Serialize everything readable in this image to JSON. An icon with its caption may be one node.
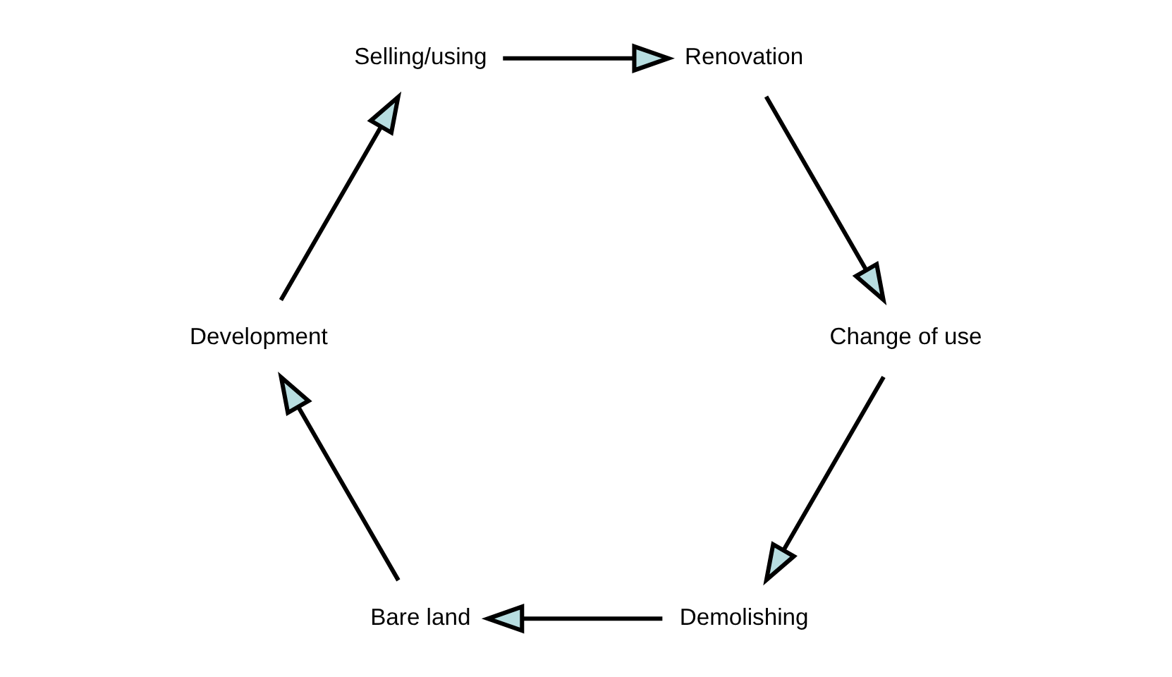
{
  "diagram": {
    "nodes": [
      {
        "text": [
          "Demolishing"
        ]
      },
      {
        "text": [
          "Bare land"
        ]
      },
      {
        "text": [
          "Development"
        ]
      },
      {
        "text": [
          "Selling/using"
        ]
      },
      {
        "text": [
          "Renovation"
        ]
      },
      {
        "text": [
          "Change of use"
        ]
      }
    ],
    "edges": [
      {
        "from": 0,
        "to": 1,
        "arrow": "to"
      },
      {
        "from": 1,
        "to": 2,
        "arrow": "to"
      },
      {
        "from": 2,
        "to": 3,
        "arrow": "to"
      },
      {
        "from": 3,
        "to": 4,
        "arrow": "to"
      },
      {
        "from": 4,
        "to": 5,
        "arrow": "to"
      },
      {
        "from": 5,
        "to": 0,
        "arrow": "to"
      }
    ]
  }
}
